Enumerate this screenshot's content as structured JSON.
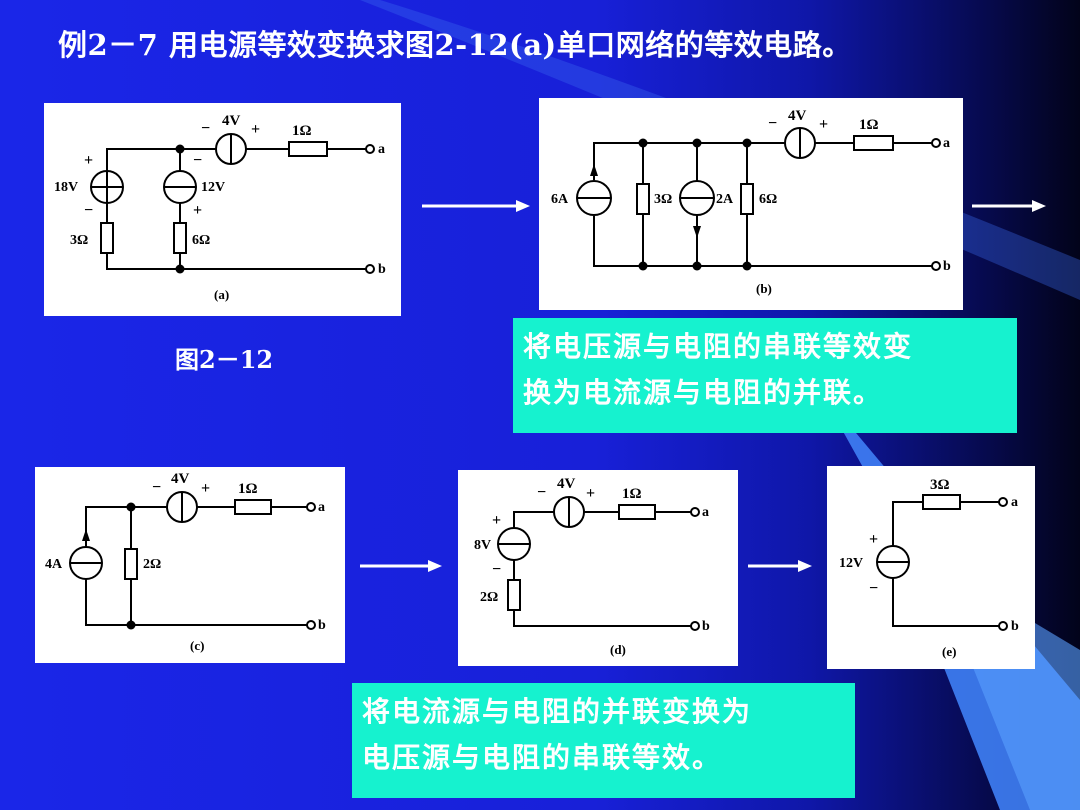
{
  "title": "例2－7 用电源等效变换求图2-12(a)单口网络的等效电路。",
  "figure_caption": "图2－12",
  "note_1": [
    "将电压源与电阻的串联等效变",
    "换为电流源与电阻的并联。"
  ],
  "note_2": [
    "将电流源与电阻的并联变换为",
    "电压源与电阻的串联等效。"
  ],
  "terminals": {
    "a": "a",
    "b": "b"
  },
  "panels": {
    "a": {
      "caption": "(a)",
      "v_top": "4V",
      "r_top": "1Ω",
      "v_left": "18V",
      "r_left": "3Ω",
      "v_mid": "12V",
      "r_mid": "6Ω",
      "plus": "+",
      "minus": "−"
    },
    "b": {
      "caption": "(b)",
      "v_top": "4V",
      "r_top": "1Ω",
      "i_left": "6A",
      "r1": "3Ω",
      "i_mid": "2A",
      "r2": "6Ω",
      "plus": "+",
      "minus": "−"
    },
    "c": {
      "caption": "(c)",
      "v_top": "4V",
      "r_top": "1Ω",
      "i_left": "4A",
      "r1": "2Ω",
      "plus": "+",
      "minus": "−"
    },
    "d": {
      "caption": "(d)",
      "v_top": "4V",
      "r_top": "1Ω",
      "v_left": "8V",
      "r_left": "2Ω",
      "plus": "+",
      "minus": "−"
    },
    "e": {
      "caption": "(e)",
      "r_top": "3Ω",
      "v_left": "12V",
      "plus": "+",
      "minus": "−"
    }
  }
}
